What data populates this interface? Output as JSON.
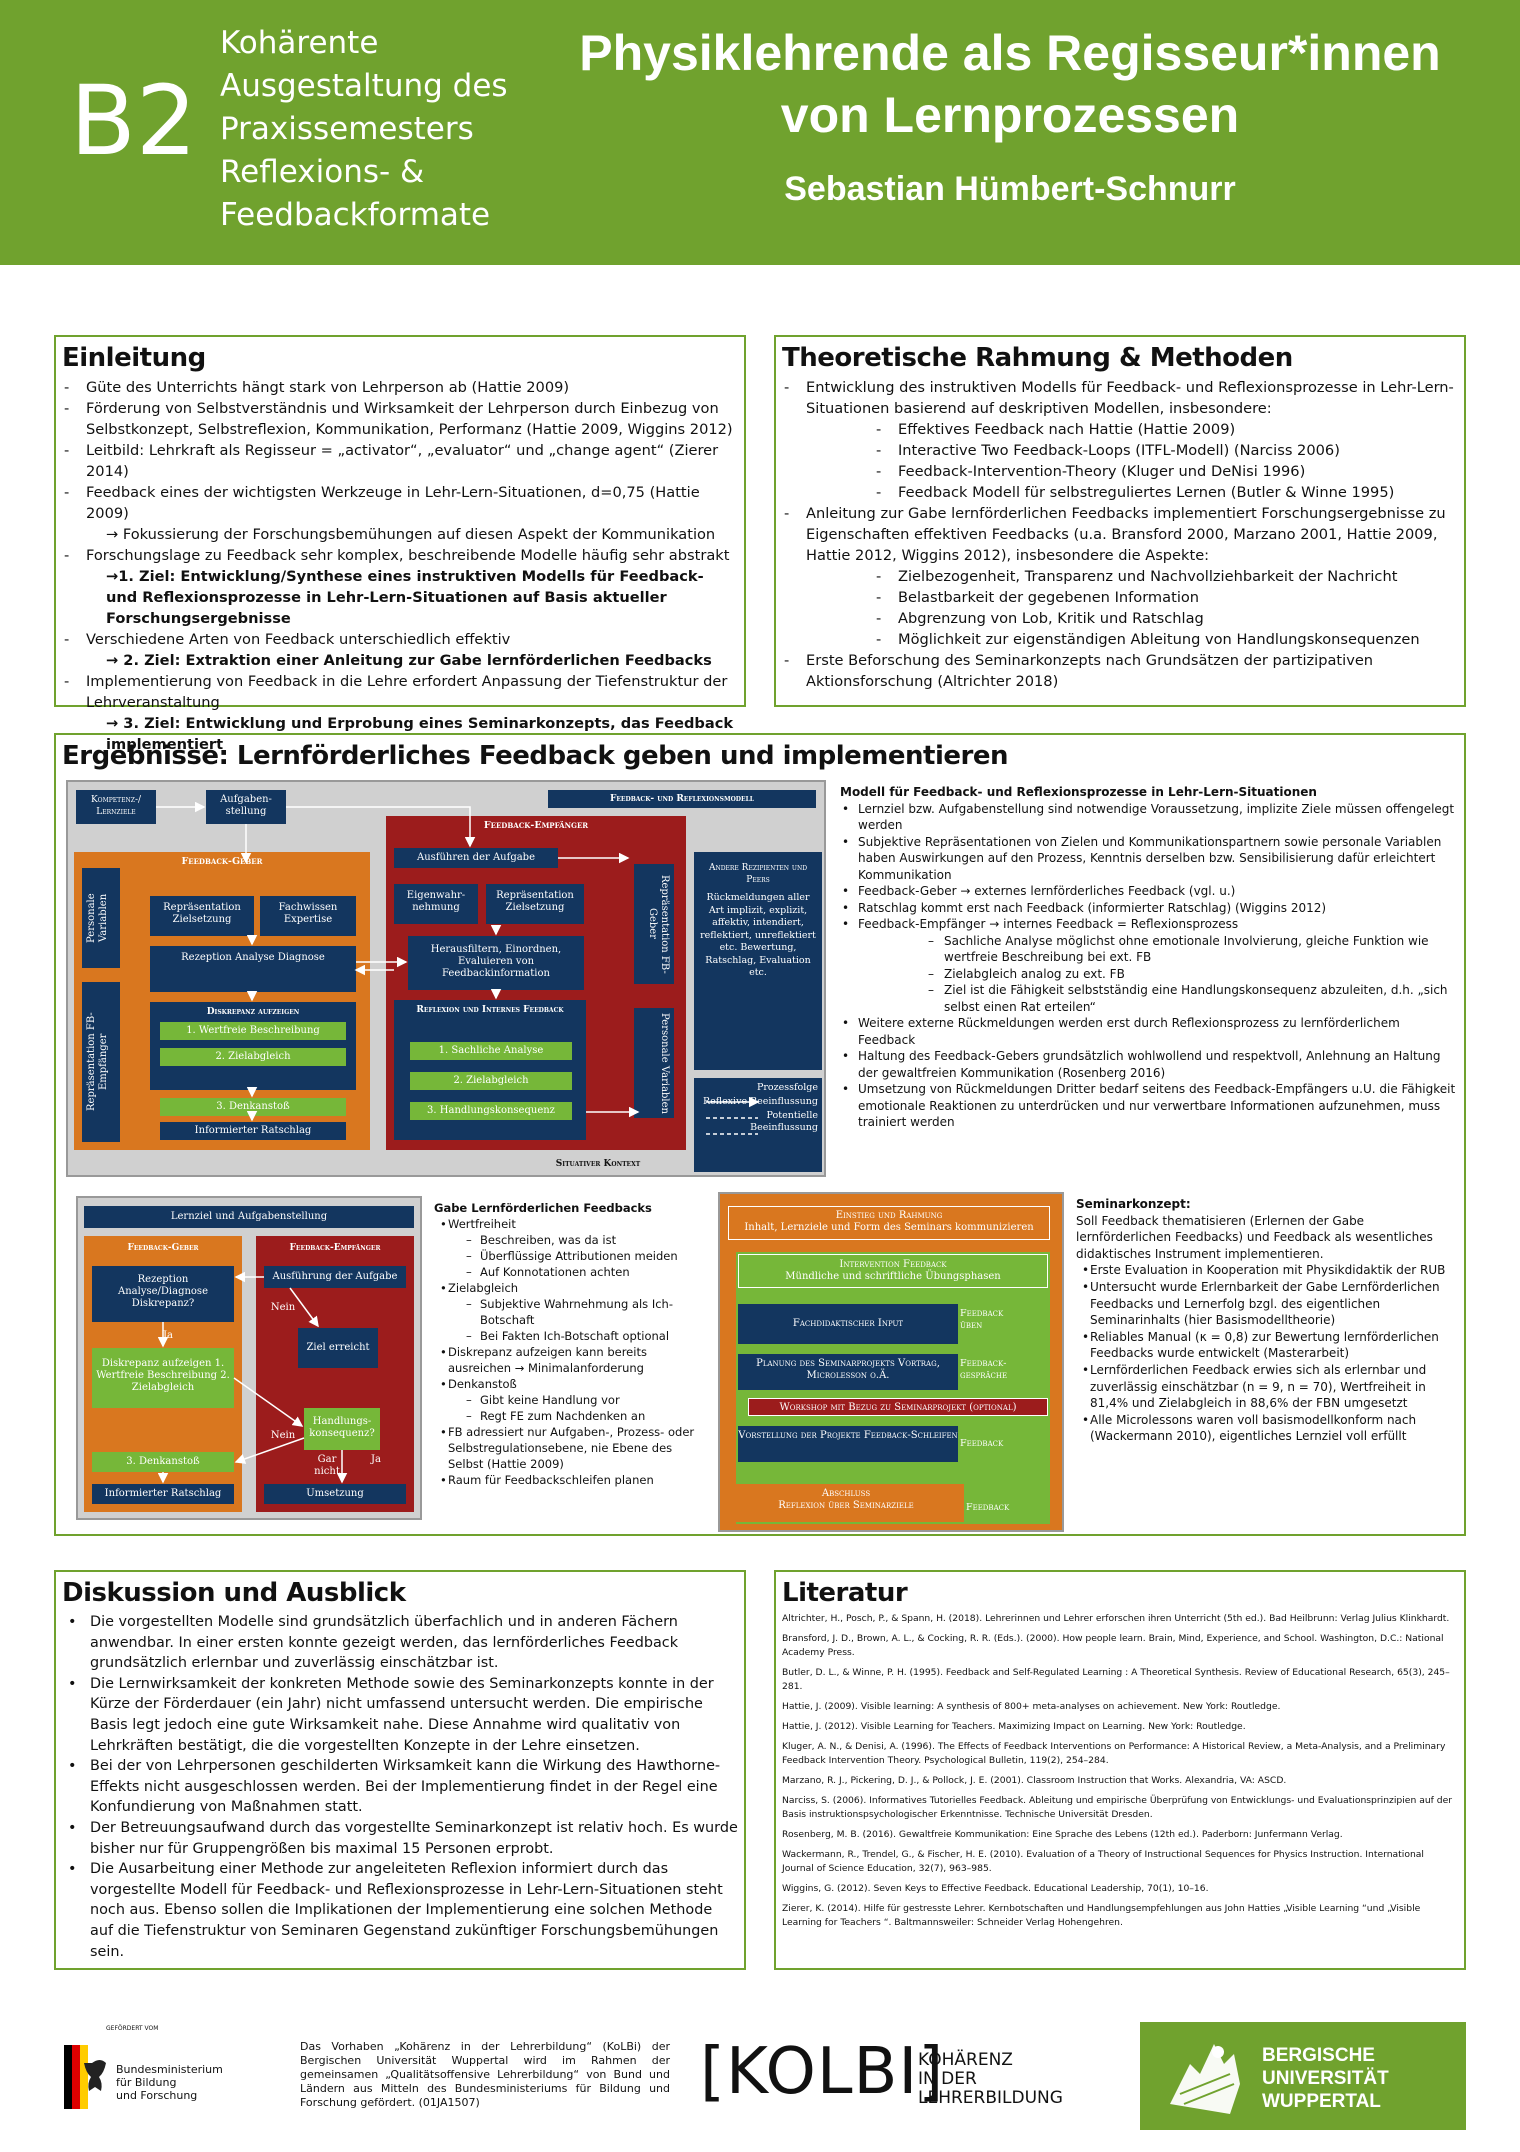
{
  "header": {
    "code": "B2",
    "topic": [
      "Kohärente",
      "Ausgestaltung des",
      "Praxissemesters",
      "Reflexions- &",
      "Feedbackformate"
    ],
    "title": [
      "Physiklehrende als Regisseur*innen",
      "von Lernprozessen"
    ],
    "author": "Sebastian Hümbert-Schnurr"
  },
  "einleitung": {
    "heading": "Einleitung",
    "items": [
      "Güte des Unterrichts hängt stark von Lehrperson ab (Hattie 2009)",
      "Förderung von Selbstverständnis und Wirksamkeit der Lehrperson durch Einbezug von Selbstkonzept, Selbstreflexion, Kommunikation, Performanz (Hattie 2009, Wiggins 2012)",
      "Leitbild: Lehrkraft als Regisseur = „activator“, „evaluator“ und „change agent“ (Zierer 2014)",
      "Feedback eines der wichtigsten Werkzeuge in Lehr-Lern-Situationen, d=0,75 (Hattie 2009)",
      "Forschungslage zu Feedback sehr komplex, beschreibende Modelle häufig sehr abstrakt",
      "Verschiedene Arten von Feedback unterschiedlich effektiv",
      "Implementierung von Feedback in die Lehre erfordert Anpassung der Tiefenstruktur der Lehrveranstaltung"
    ],
    "arrow1": "→ Fokussierung der Forschungsbemühungen auf diesen Aspekt der Kommunikation",
    "goal1": "→1. Ziel: Entwicklung/Synthese eines instruktiven Modells für Feedback- und Reflexionsprozesse in Lehr-Lern-Situationen auf Basis aktueller Forschungsergebnisse",
    "goal2": "→ 2. Ziel: Extraktion einer Anleitung zur Gabe lernförderlichen Feedbacks",
    "goal3": "→ 3. Ziel: Entwicklung und Erprobung eines Seminarkonzepts, das Feedback implementiert"
  },
  "theorie": {
    "heading": "Theoretische Rahmung & Methoden",
    "item1": "Entwicklung des  instruktiven Modells für Feedback- und Reflexionsprozesse in Lehr-Lern-Situationen basierend auf deskriptiven Modellen, insbesondere:",
    "sub1": [
      "Effektives Feedback nach Hattie (Hattie 2009)",
      "Interactive Two Feedback-Loops (ITFL-Modell) (Narciss 2006)",
      "Feedback-Intervention-Theory (Kluger und DeNisi 1996)",
      "Feedback Modell für selbstreguliertes Lernen (Butler & Winne 1995)"
    ],
    "item2": "Anleitung zur Gabe lernförderlichen Feedbacks implementiert Forschungsergebnisse  zu Eigenschaften effektiven Feedbacks (u.a. Bransford 2000, Marzano 2001, Hattie 2009, Hattie 2012, Wiggins 2012), insbesondere die Aspekte:",
    "sub2": [
      "Zielbezogenheit, Transparenz und Nachvollziehbarkeit der Nachricht",
      "Belastbarkeit der gegebenen Information",
      "Abgrenzung von Lob, Kritik und Ratschlag",
      "Möglichkeit zur eigenständigen Ableitung von Handlungskonsequenzen"
    ],
    "item3": "Erste Beforschung des Seminarkonzepts nach Grundsätzen der partizipativen Aktionsforschung (Altrichter 2018)"
  },
  "ergebnisse": {
    "heading": "Ergebnisse: Lernförderliches Feedback geben und implementieren",
    "model_title": "Modell für Feedback- und Reflexionsprozesse in Lehr-Lern-Situationen",
    "model_items": [
      "Lernziel bzw. Aufgabenstellung sind notwendige Voraussetzung, implizite Ziele müssen offengelegt werden",
      "Subjektive Repräsentationen von Zielen und Kommunikationspartnern sowie personale Variablen haben Auswirkungen auf den Prozess, Kenntnis derselben bzw. Sensibilisierung dafür erleichtert Kommunikation",
      "Feedback-Geber → externes lernförderliches Feedback (vgl. u.)",
      "Ratschlag kommt erst nach Feedback (informierter Ratschlag) (Wiggins 2012)",
      "Feedback-Empfänger → internes Feedback = Reflexionsprozess"
    ],
    "model_sub": [
      "Sachliche Analyse möglichst ohne emotionale Involvierung, gleiche Funktion wie  wertfreie Beschreibung  bei ext. FB",
      "Zielabgleich analog zu ext. FB",
      "Ziel ist die Fähigkeit selbstständig eine Handlungskonsequenz abzuleiten, d.h. „sich selbst einen Rat erteilen“"
    ],
    "model_items2": [
      "Weitere externe Rückmeldungen werden erst durch Reflexionsprozess zu lernförderlichem Feedback",
      "Haltung des Feedback-Gebers grundsätzlich wohlwollend und respektvoll, Anlehnung an Haltung der gewaltfreien Kommunikation (Rosenberg 2016)",
      "Umsetzung von Rückmeldungen Dritter bedarf seitens des Feedback-Empfängers u.U. die Fähigkeit emotionale Reaktionen zu unterdrücken und nur verwertbare Informationen aufzunehmen, muss trainiert werden"
    ],
    "gabe_title": "Gabe Lernförderlichen Feedbacks",
    "gabe": [
      {
        "t": "Wertfreiheit",
        "s": [
          "Beschreiben, was da ist",
          "Überflüssige Attributionen meiden",
          "Auf Konnotationen achten"
        ]
      },
      {
        "t": "Zielabgleich",
        "s": [
          "Subjektive Wahrnehmung als Ich-Botschaft",
          "Bei Fakten Ich-Botschaft optional"
        ]
      },
      {
        "t": "Diskrepanz aufzeigen kann bereits ausreichen → Minimalanforderung",
        "s": []
      },
      {
        "t": "Denkanstoß",
        "s": [
          "Gibt keine Handlung vor",
          "Regt FE zum Nachdenken an"
        ]
      },
      {
        "t": "FB adressiert nur Aufgaben-, Prozess- oder Selbstregulationsebene, nie Ebene des Selbst (Hattie 2009)",
        "s": []
      },
      {
        "t": "Raum für Feedbackschleifen planen",
        "s": []
      }
    ],
    "seminar_title": "Seminarkonzept:",
    "seminar_intro": "Soll Feedback thematisieren (Erlernen der Gabe lernförderlichen Feedbacks) und Feedback als wesentliches didaktisches Instrument implementieren.",
    "seminar_items": [
      "Erste Evaluation in Kooperation mit Physikdidaktik der RUB",
      "Untersucht wurde Erlernbarkeit der Gabe Lernförderlichen Feedbacks und Lernerfolg bzgl. des eigentlichen Seminarinhalts (hier Basismodelltheorie)",
      "Reliables Manual (κ = 0,8) zur Bewertung lernförderlichen Feedbacks  wurde entwickelt (Masterarbeit)",
      "Lernförderlichen Feedback erwies sich als erlernbar und zuverlässig einschätzbar (n = 9, n = 70), Wertfreiheit in 81,4% und Zielabgleich in 88,6% der FBN umgesetzt",
      "Alle Microlessons waren voll basismodellkonform nach (Wackermann 2010), eigentliches Lernziel voll erfüllt"
    ]
  },
  "diagram1": {
    "kompetenz": "Kompetenz-/ Lernziele",
    "aufgabe": "Aufgaben-stellung",
    "modell": "Feedback- und Reflexionsmodell",
    "geber": "Feedback-Geber",
    "empfaenger": "Feedback-Empfänger",
    "personale": "Personale Variablen",
    "repr_ziel": "Repräsentation Zielsetzung",
    "fach": "Fachwissen Expertise",
    "rezeption": "Rezeption Analyse Diagnose",
    "diskrepanz": "Diskrepanz aufzeigen",
    "wertfrei": "1. Wertfreie Beschreibung",
    "zielabgleich": "2. Zielabgleich",
    "denk": "3. Denkanstoß",
    "rat": "Informierter Ratschlag",
    "repr_fe": "Repräsentation FB-Empfänger",
    "ausfuehren": "Ausführen der Aufgabe",
    "eigen": "Eigenwahr-nehmung",
    "repr_ziel2": "Repräsentation Zielsetzung",
    "repr_fg": "Repräsentation FB-Geber",
    "heraus": "Herausfiltern, Einordnen, Evaluieren von Feedbackinformation",
    "reflexion": "Reflexion und Internes Feedback",
    "sachlich": "1. Sachliche Analyse",
    "zielab2": "2. Zielabgleich",
    "handlung": "3. Handlungskonsequenz",
    "personale2": "Personale Variablen",
    "andere": "Andere Rezipienten und Peers",
    "andere_text": "Rückmeldungen aller Art implizit, explizit, affektiv, intendiert, reflektiert, unreflektiert etc. Bewertung, Ratschlag, Evaluation etc.",
    "prozess": "Prozessfolge",
    "reflexive": "Reflexive Beeinflussung",
    "potentielle": "Potentielle Beeinflussung",
    "kontext": "Situativer Kontext"
  },
  "diagram2": {
    "lernziel": "Lernziel und Aufgabenstellung",
    "geber": "Feedback-Geber",
    "empfaenger": "Feedback-Empfänger",
    "rezeption": "Rezeption Analyse/Diagnose Diskrepanz?",
    "ausfuehrung": "Ausführung der Aufgabe",
    "ja": "Ja",
    "nein": "Nein",
    "ziel": "Ziel erreicht",
    "diskrepanz": "Diskrepanz aufzeigen 1. Wertfreie Beschreibung 2. Zielabgleich",
    "handlung": "Handlungs-konsequenz?",
    "nein2": "Nein",
    "ja2": "Ja",
    "gar": "Gar nicht",
    "denk": "3. Denkanstoß",
    "rat": "Informierter Ratschlag",
    "umsetzung": "Umsetzung"
  },
  "diagram3": {
    "einstieg": "Einstieg und Rahmung",
    "einstieg_sub": "Inhalt, Lernziele und Form des Seminars kommunizieren",
    "intervention": "Intervention Feedback",
    "intervention_sub": "Mündliche und schriftliche Übungsphasen",
    "fachdid": "Fachdidaktischer Input",
    "fb_ueben": "Feedback üben",
    "planung": "Planung des Seminarprojekts Vortrag, Microlesson o.Ä.",
    "fb_gespr": "Feedback-gespräche",
    "workshop": "Workshop mit Bezug zu Seminarprojekt (optional)",
    "vorstellung": "Vorstellung der Projekte Feedback-Schleifen",
    "fb3": "Feedback",
    "abschluss": "Abschluss",
    "abschluss_sub": "Reflexion über Seminarziele",
    "fb4": "Feedback"
  },
  "diskussion": {
    "heading": "Diskussion und Ausblick",
    "items": [
      "Die vorgestellten Modelle sind grundsätzlich überfachlich und in anderen Fächern anwendbar. In einer ersten konnte gezeigt werden, das lernförderliches Feedback grundsätzlich erlernbar und zuverlässig einschätzbar ist.",
      "Die Lernwirksamkeit der konkreten Methode sowie des Seminarkonzepts konnte in der Kürze der Förderdauer (ein Jahr) nicht umfassend untersucht werden. Die empirische Basis legt jedoch eine gute Wirksamkeit nahe. Diese Annahme wird qualitativ von Lehrkräften bestätigt, die die vorgestellten Konzepte in der Lehre einsetzen.",
      "Bei der von Lehrpersonen geschilderten Wirksamkeit kann die Wirkung des  Hawthorne-Effekts nicht ausgeschlossen werden. Bei der Implementierung findet in der Regel eine Konfundierung von Maßnahmen statt.",
      "Der Betreuungsaufwand durch das vorgestellte Seminarkonzept ist relativ hoch. Es wurde bisher nur für Gruppengrößen bis maximal 15 Personen erprobt.",
      "Die Ausarbeitung einer Methode zur angeleiteten Reflexion informiert durch das vorgestellte Modell für Feedback- und Reflexionsprozesse in Lehr-Lern-Situationen steht noch aus. Ebenso sollen die Implikationen der Implementierung eine solchen Methode auf die Tiefenstruktur von Seminaren Gegenstand zukünftiger Forschungsbemühungen sein."
    ]
  },
  "literatur": {
    "heading": "Literatur",
    "refs": [
      "Altrichter, H., Posch, P., & Spann, H. (2018). Lehrerinnen und Lehrer erforschen ihren Unterricht (5th ed.). Bad Heilbrunn: Verlag Julius Klinkhardt.",
      "Bransford, J. D., Brown, A. L., & Cocking, R. R. (Eds.). (2000). How people learn. Brain, Mind, Experience, and School. Washington, D.C.: National Academy Press.",
      "Butler, D. L., & Winne, P. H. (1995). Feedback and Self-Regulated Learning : A Theoretical Synthesis. Review of Educational Research, 65(3), 245–281.",
      "Hattie, J. (2009). Visible learning: A synthesis of 800+ meta-analyses on achievement. New York: Routledge.",
      "Hattie, J. (2012). Visible Learning for Teachers. Maximizing Impact on Learning. New York: Routledge.",
      "Kluger, A. N., & Denisi, A. (1996). The Effects of Feedback Interventions on Performance: A Historical Review, a Meta-Analysis, and a Preliminary Feedback Intervention Theory. Psychological Bulletin, 119(2), 254–284.",
      "Marzano, R. J., Pickering, D. J., & Pollock, J. E. (2001). Classroom Instruction that Works. Alexandria, VA: ASCD.",
      "Narciss, S. (2006). Informatives Tutorielles Feedback. Ableitung und empirische Überprüfung von Entwicklungs- und Evaluationsprinzipien auf der Basis instruktionspsychologischer Erkenntnisse. Technische Universität Dresden.",
      "Rosenberg, M. B. (2016). Gewaltfreie Kommunikation: Eine Sprache des Lebens (12th ed.). Paderborn: Junfermann Verlag.",
      "Wackermann, R., Trendel, G., & Fischer, H. E. (2010). Evaluation of a Theory of Instructional Sequences for Physics Instruction. International Journal of Science Education, 32(7), 963–985.",
      "Wiggins, G. (2012). Seven Keys to Effective Feedback. Educational Leadership, 70(1), 10–16.",
      "Zierer, K. (2014). Hilfe für gestresste Lehrer. Kernbotschaften und Handlungsempfehlungen aus John Hatties „Visible Learning “und „Visible Learning for Teachers “. Baltmannsweiler: Schneider Verlag Hohengehren."
    ]
  },
  "footer": {
    "gefoerdert": "GEFÖRDERT VOM",
    "bmbf": [
      "Bundesministerium",
      "für Bildung",
      "und Forschung"
    ],
    "funding": "Das Vorhaben „Kohärenz in der Lehrerbildung“ (KoLBi) der Bergischen Universität Wuppertal wird im Rahmen der gemeinsamen „Qualitätsoffensive Lehrerbildung“ von Bund und Ländern aus Mitteln des Bundesministeriums für Bildung und Forschung gefördert. (01JA1507)",
    "kolbi": "[KOLBI]",
    "kolbi_sub": [
      "KOHÄRENZ",
      "IN DER",
      "LEHRERBILDUNG"
    ],
    "uni": [
      "BERGISCHE",
      "UNIVERSITÄT",
      "WUPPERTAL"
    ]
  },
  "colors": {
    "green": "#70a22e",
    "navy": "#13365f",
    "orange": "#d9771f",
    "red": "#9c1c1c",
    "lightgreen": "#76b739"
  }
}
